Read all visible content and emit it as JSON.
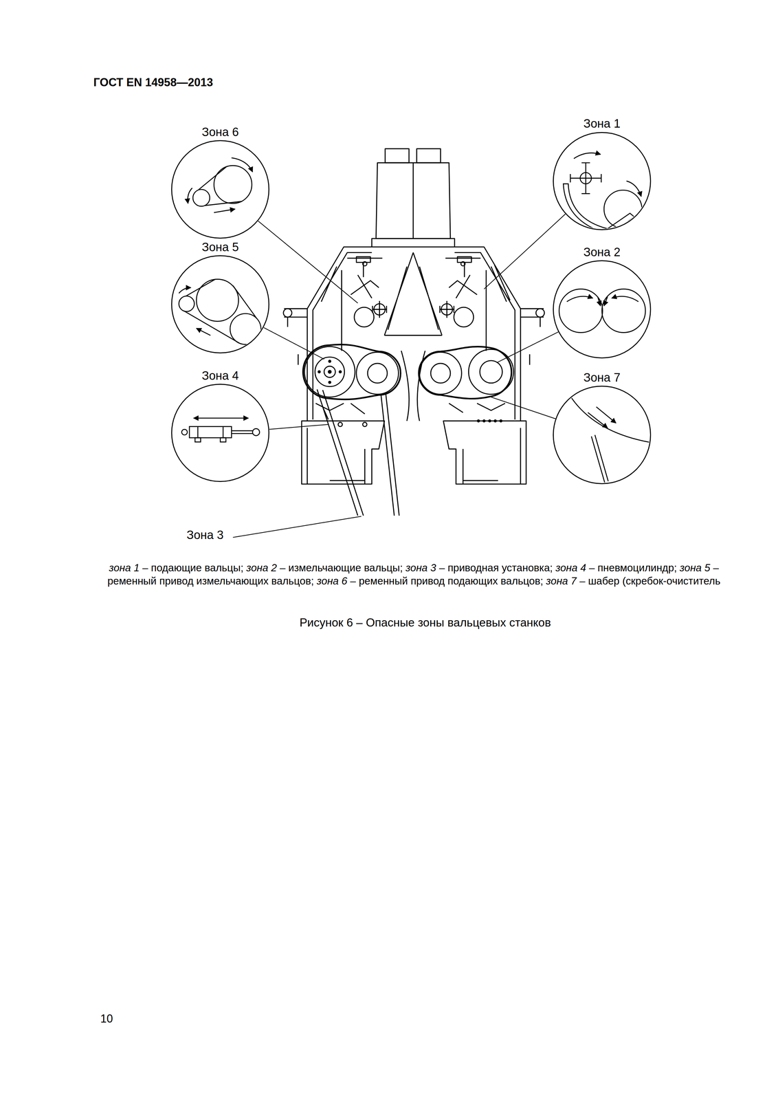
{
  "diagram": {
    "caption": "Рисунок 6 – Опасные зоны вальцевых станков",
    "nodes": [
      {
        "text": [
          "Зона 6"
        ]
      },
      {
        "text": [
          "Зона 1"
        ]
      },
      {
        "text": [
          "Зона 5"
        ]
      },
      {
        "text": [
          "Зона 2"
        ]
      },
      {
        "text": [
          "Зона 4"
        ]
      },
      {
        "text": [
          "Зона 7"
        ]
      }
    ],
    "labels": [
      "ГОСТ EN 14958—2013",
      "Зона 3",
      "зона 1",
      "– подающие вальцы;",
      "зона 2",
      "– измельчающие вальцы;",
      "зона 3",
      "– приводная установка;",
      "зона 4",
      "– пневмоцилиндр;",
      "зона 5",
      "– ременный привод измельчающих вальцов;",
      "зона 6",
      "– ременный привод подающих вальцов;",
      "зона 7",
      "– шабер (скребок-очиститель",
      "10"
    ]
  }
}
